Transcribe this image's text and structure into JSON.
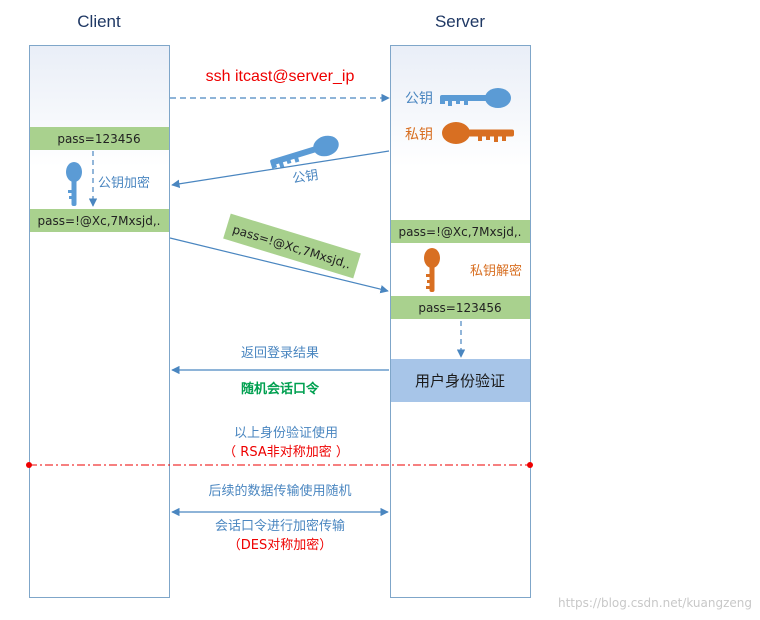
{
  "headers": {
    "client": "Client",
    "server": "Server"
  },
  "messages": {
    "ssh_command": "ssh itcast@server_ip",
    "public_key_sent": "公钥",
    "encrypted_password": "pass=!@Xc,7Mxsjd,.",
    "login_result": "返回登录结果",
    "session_token": "随机会话口令",
    "rsa_note_line1": "以上身份验证使用",
    "rsa_note_line2": "（ RSA非对称加密 ）",
    "later_line1": "后续的数据传输使用随机",
    "later_line2": "会话口令进行加密传输",
    "later_line3": "（DES对称加密）"
  },
  "client": {
    "plain_password": "pass=123456",
    "encrypt_label": "公钥加密",
    "cipher_password": "pass=!@Xc,7Mxsjd,."
  },
  "server": {
    "public_key_label": "公钥",
    "private_key_label": "私钥",
    "cipher_password": "pass=!@Xc,7Mxsjd,.",
    "decrypt_label": "私钥解密",
    "plain_password": "pass=123456",
    "auth_label": "用户身份验证"
  },
  "watermark": "https://blog.csdn.net/kuangzeng",
  "colors": {
    "lifeline_border": "#7fa6c9",
    "lifeline_top": "#e9eef7",
    "arrow": "#4a86c0",
    "green_band": "#a9d18e",
    "blue_box": "#a7c5e8",
    "public_key": "#5b9bd5",
    "private_key": "#d86f22",
    "red_text": "#ee0000",
    "blue_text": "#4a86c0",
    "green_text": "#00a050",
    "divider": "#ee0000"
  },
  "icons": [
    "public-key-icon",
    "private-key-icon"
  ]
}
